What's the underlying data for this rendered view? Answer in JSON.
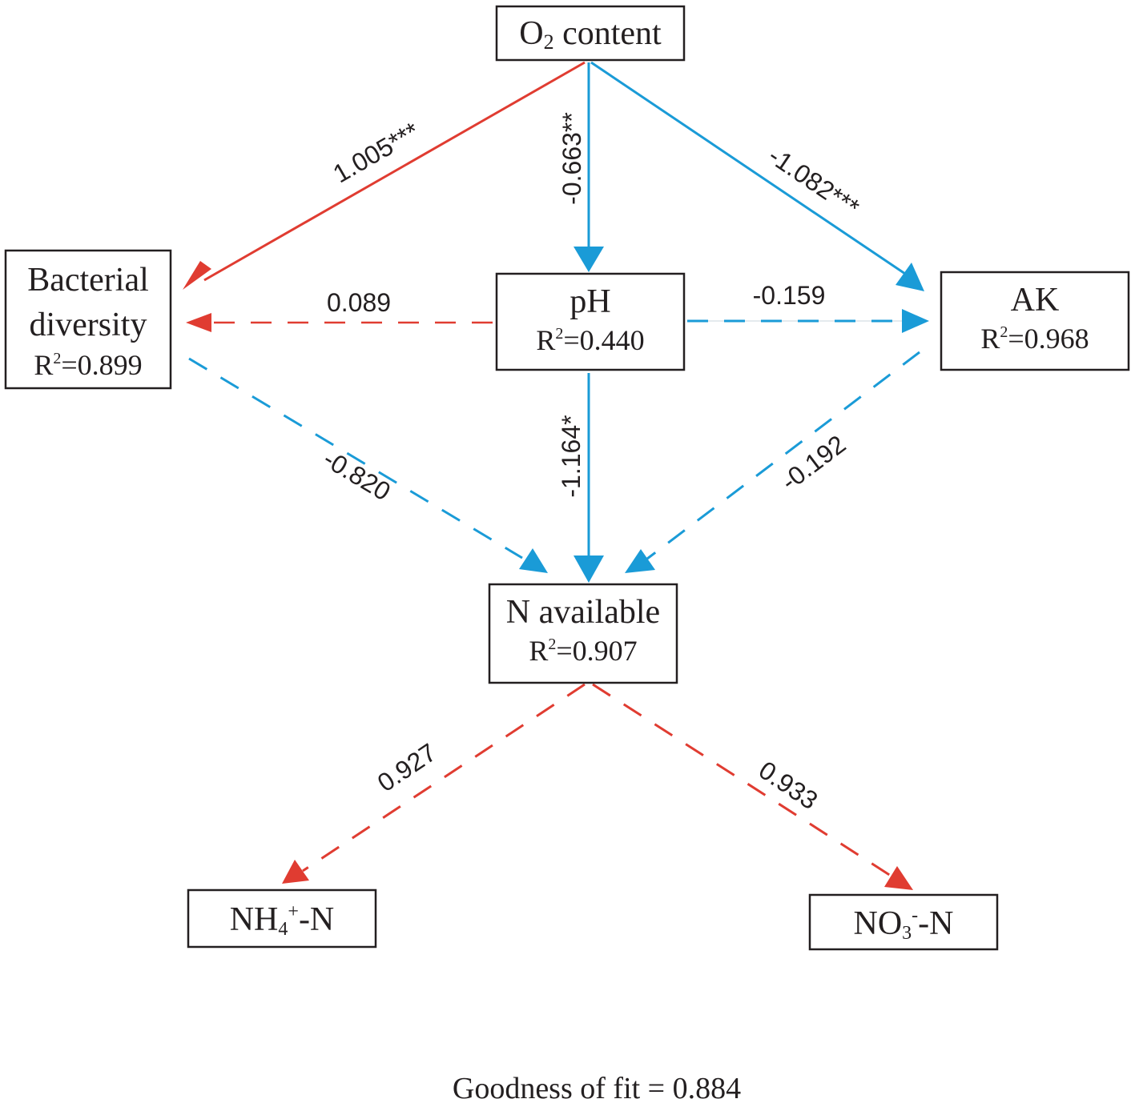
{
  "colors": {
    "positive": "#e03c31",
    "negative": "#1a9bd7",
    "text": "#231f20"
  },
  "nodes": {
    "o2": {
      "main": "O",
      "sub": "2",
      "rest": " content"
    },
    "bacterial": {
      "line1": "Bacterial",
      "line2": "diversity",
      "r2": "=0.899"
    },
    "ph": {
      "line1": "pH",
      "r2": "=0.440"
    },
    "ak": {
      "line1": "AK",
      "r2": "=0.968"
    },
    "navail": {
      "line1": "N available",
      "r2": "=0.907"
    },
    "nh4": {
      "main": "NH",
      "sub": "4",
      "sup": "+",
      "rest": "-N"
    },
    "no3": {
      "main": "NO",
      "sub": "3",
      "sup": "-",
      "rest": "-N"
    }
  },
  "r_label": "R",
  "r_sup": "2",
  "edges": [
    {
      "id": "o2-bacterial",
      "label": "1.005***",
      "sign": "positive",
      "style": "solid"
    },
    {
      "id": "o2-ph",
      "label": "-0.663**",
      "sign": "negative",
      "style": "solid"
    },
    {
      "id": "o2-ak",
      "label": "-1.082***",
      "sign": "negative",
      "style": "solid"
    },
    {
      "id": "ph-bacterial",
      "label": "0.089",
      "sign": "positive",
      "style": "dashed"
    },
    {
      "id": "ph-ak",
      "label": "-0.159",
      "sign": "negative",
      "style": "dashed"
    },
    {
      "id": "bacterial-navail",
      "label": "-0.820",
      "sign": "negative",
      "style": "dashed"
    },
    {
      "id": "ph-navail",
      "label": "-1.164*",
      "sign": "negative",
      "style": "solid"
    },
    {
      "id": "ak-navail",
      "label": "-0.192",
      "sign": "negative",
      "style": "dashed"
    },
    {
      "id": "navail-nh4",
      "label": "0.927",
      "sign": "positive",
      "style": "dashed"
    },
    {
      "id": "navail-no3",
      "label": "0.933",
      "sign": "positive",
      "style": "dashed"
    }
  ],
  "footer": "Goodness of fit = 0.884"
}
